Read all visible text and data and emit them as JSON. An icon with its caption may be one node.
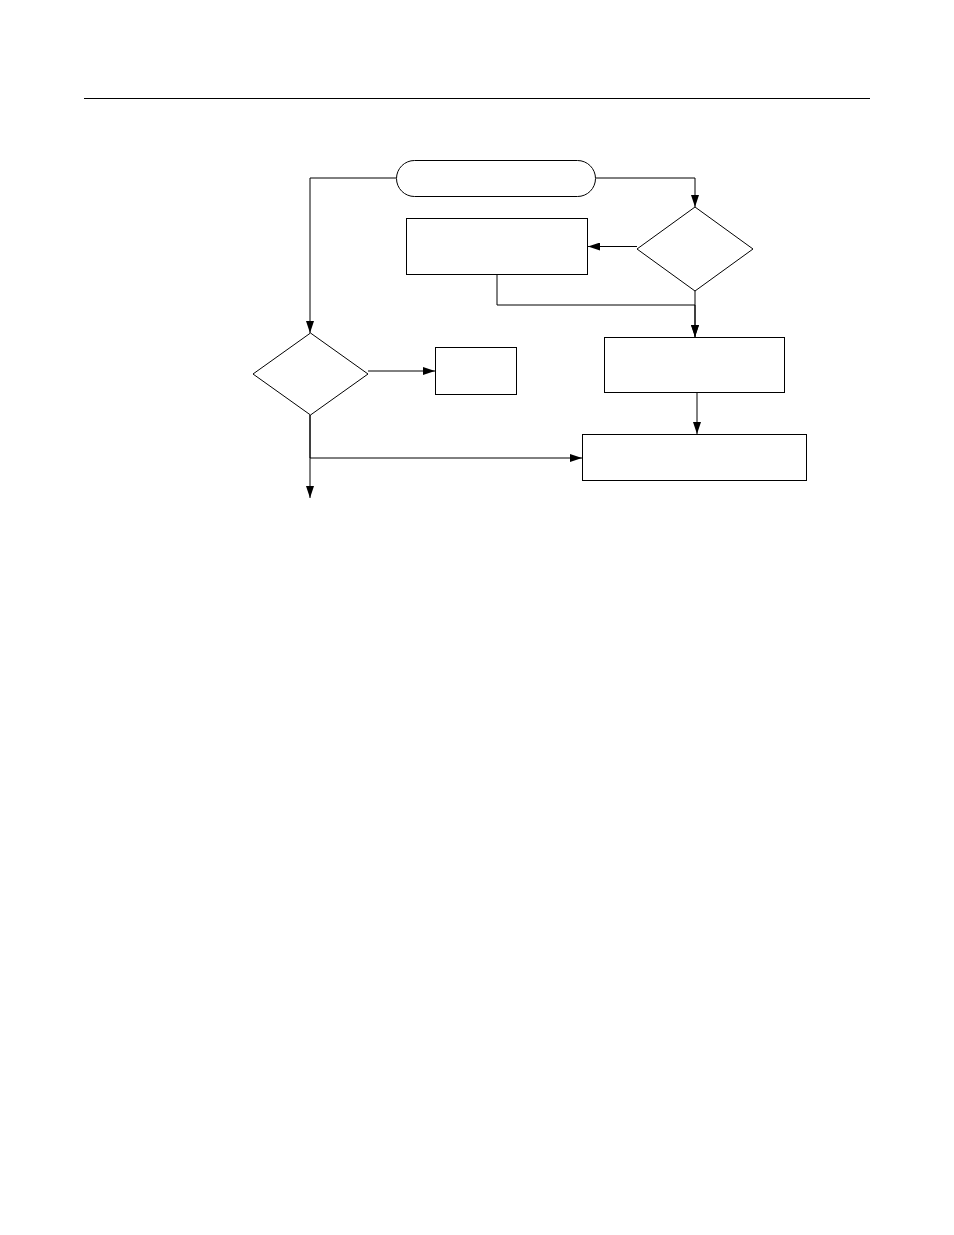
{
  "diagram": {
    "nodes": [
      {
        "text": [],
        "shape": "terminal"
      },
      {
        "text": [],
        "shape": "diamond"
      },
      {
        "text": [],
        "shape": "box"
      },
      {
        "text": [],
        "shape": "diamond"
      },
      {
        "text": [],
        "shape": "box"
      },
      {
        "text": [],
        "shape": "box"
      },
      {
        "text": [],
        "shape": "box"
      }
    ],
    "edges": [
      {
        "from": 0,
        "to": 1,
        "arrow": "to"
      },
      {
        "from": 0,
        "to": 3,
        "arrow": "to"
      },
      {
        "from": 1,
        "to": 2,
        "arrow": "to"
      },
      {
        "from": 2,
        "to": 5,
        "arrow": "to"
      },
      {
        "from": 1,
        "to": 5,
        "arrow": "to"
      },
      {
        "from": 3,
        "to": 4,
        "arrow": "to"
      },
      {
        "from": 5,
        "to": 6,
        "arrow": "to"
      },
      {
        "from": 3,
        "to": 6,
        "arrow": "to"
      },
      {
        "from": 3,
        "to": null,
        "arrow": "to"
      }
    ]
  }
}
